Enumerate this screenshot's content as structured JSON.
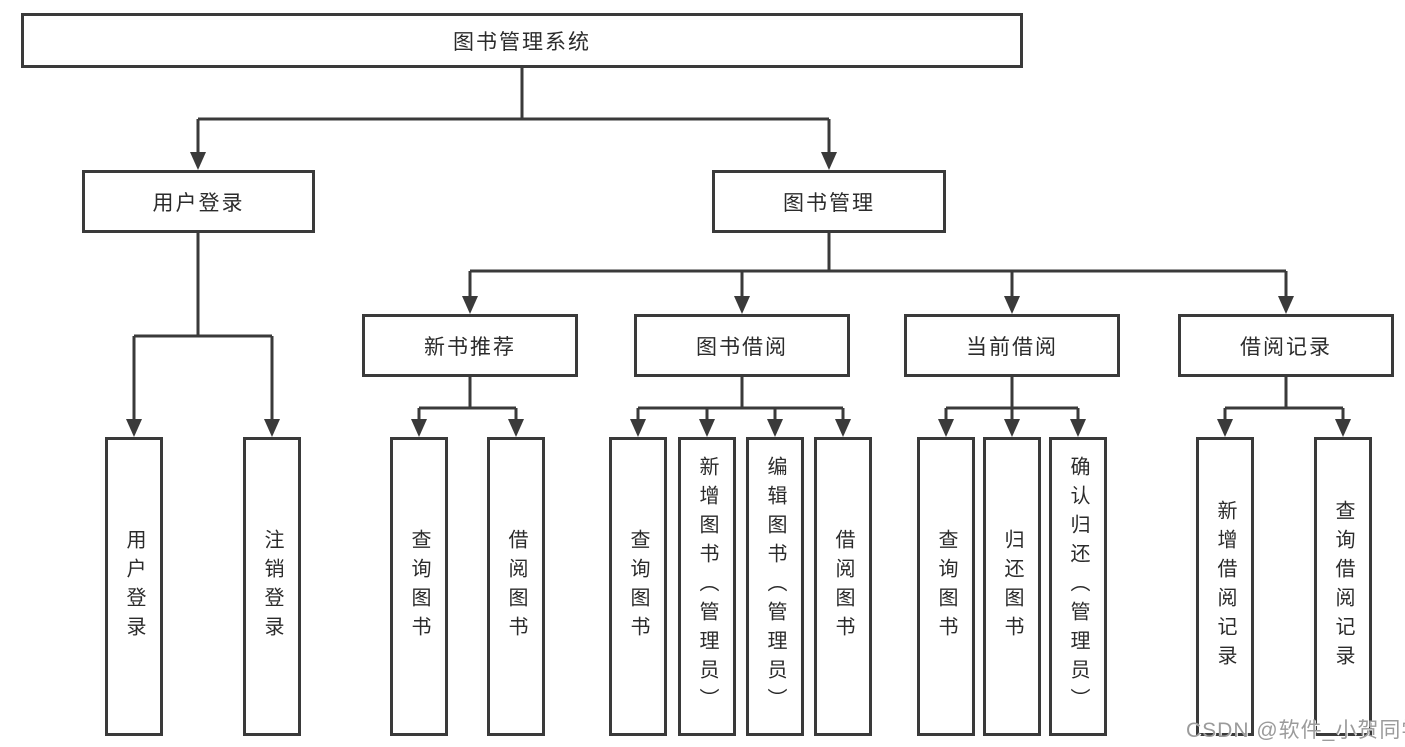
{
  "diagram": {
    "root": {
      "label": "图书管理系统"
    },
    "level2": [
      {
        "label": "用户登录"
      },
      {
        "label": "图书管理"
      }
    ],
    "level3": [
      {
        "label": "新书推荐"
      },
      {
        "label": "图书借阅"
      },
      {
        "label": "当前借阅"
      },
      {
        "label": "借阅记录"
      }
    ],
    "leaves": {
      "userLogin": [
        "用户登录",
        "注销登录"
      ],
      "newBooks": [
        "查询图书",
        "借阅图书"
      ],
      "bookBorrow": [
        "查询图书",
        "新增图书（管理员）",
        "编辑图书（管理员）",
        "借阅图书"
      ],
      "currentBorrow": [
        "查询图书",
        "归还图书",
        "确认归还（管理员）"
      ],
      "borrowRecords": [
        "新增借阅记录",
        "查询借阅记录"
      ]
    }
  },
  "watermark": {
    "text": "CSDN @软件_小贺同学"
  },
  "colors": {
    "line": "#3a3a3a",
    "text": "#2b2b2b",
    "background": "#ffffff",
    "watermark_text": "#9b9b9b"
  }
}
